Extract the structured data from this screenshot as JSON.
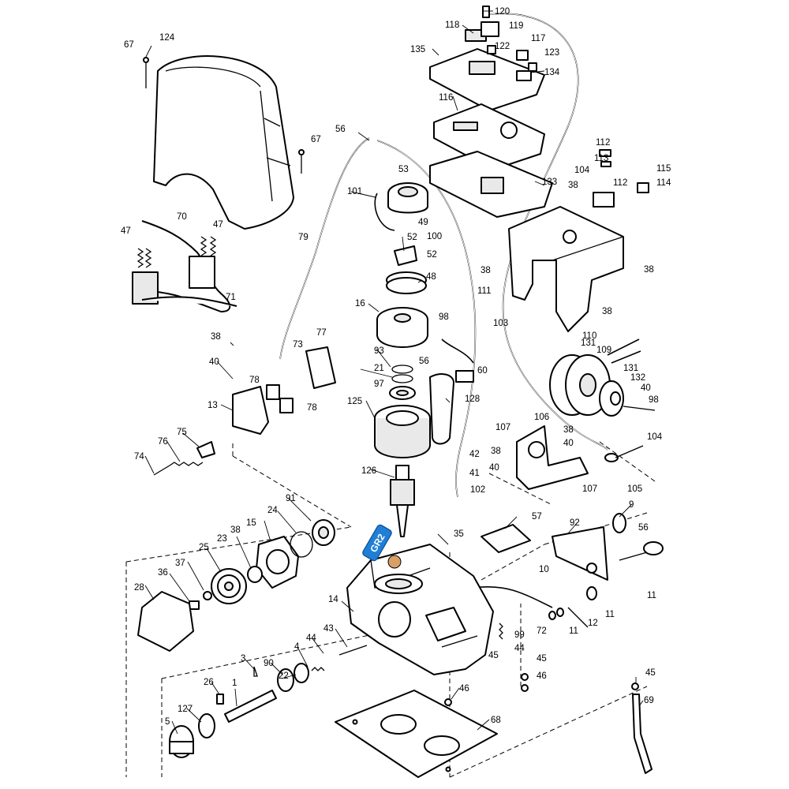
{
  "colors": {
    "line": "#000000",
    "paper": "#ffffff",
    "badge": "#1f7fd6",
    "badge_dot": "#d9a066"
  },
  "badge": {
    "text": "GR2"
  },
  "callouts": [
    {
      "id": "c120",
      "text": "120"
    },
    {
      "id": "c119",
      "text": "119"
    },
    {
      "id": "c118",
      "text": "118"
    },
    {
      "id": "c135",
      "text": "135"
    },
    {
      "id": "c122",
      "text": "122"
    },
    {
      "id": "c117",
      "text": "117"
    },
    {
      "id": "c123",
      "text": "123"
    },
    {
      "id": "c134",
      "text": "134"
    },
    {
      "id": "c116",
      "text": "116"
    },
    {
      "id": "c133",
      "text": "133"
    },
    {
      "id": "c112a",
      "text": "112"
    },
    {
      "id": "c113",
      "text": "113"
    },
    {
      "id": "c104a",
      "text": "104"
    },
    {
      "id": "c112b",
      "text": "112"
    },
    {
      "id": "c115",
      "text": "115"
    },
    {
      "id": "c114",
      "text": "114"
    },
    {
      "id": "c38a",
      "text": "38"
    },
    {
      "id": "c38b",
      "text": "38"
    },
    {
      "id": "c38c",
      "text": "38"
    },
    {
      "id": "c111",
      "text": "111"
    },
    {
      "id": "c38d",
      "text": "38"
    },
    {
      "id": "c67a",
      "text": "67"
    },
    {
      "id": "c124",
      "text": "124"
    },
    {
      "id": "c67b",
      "text": "67"
    },
    {
      "id": "c56a",
      "text": "56"
    },
    {
      "id": "c53",
      "text": "53"
    },
    {
      "id": "c101",
      "text": "101"
    },
    {
      "id": "c49",
      "text": "49"
    },
    {
      "id": "c100",
      "text": "100"
    },
    {
      "id": "c52a",
      "text": "52"
    },
    {
      "id": "c52b",
      "text": "52"
    },
    {
      "id": "c48",
      "text": "48"
    },
    {
      "id": "c16",
      "text": "16"
    },
    {
      "id": "c98a",
      "text": "98"
    },
    {
      "id": "c103",
      "text": "103"
    },
    {
      "id": "c79",
      "text": "79"
    },
    {
      "id": "c70",
      "text": "70"
    },
    {
      "id": "c47a",
      "text": "47"
    },
    {
      "id": "c47b",
      "text": "47"
    },
    {
      "id": "c71",
      "text": "71"
    },
    {
      "id": "c38e",
      "text": "38"
    },
    {
      "id": "c77",
      "text": "77"
    },
    {
      "id": "c73",
      "text": "73"
    },
    {
      "id": "c93",
      "text": "93"
    },
    {
      "id": "c21",
      "text": "21"
    },
    {
      "id": "c56b",
      "text": "56"
    },
    {
      "id": "c60",
      "text": "60"
    },
    {
      "id": "c40a",
      "text": "40"
    },
    {
      "id": "c97",
      "text": "97"
    },
    {
      "id": "c78a",
      "text": "78"
    },
    {
      "id": "c78b",
      "text": "78"
    },
    {
      "id": "c13",
      "text": "13"
    },
    {
      "id": "c125",
      "text": "125"
    },
    {
      "id": "c128",
      "text": "128"
    },
    {
      "id": "c110",
      "text": "110"
    },
    {
      "id": "c131a",
      "text": "131"
    },
    {
      "id": "c109",
      "text": "109"
    },
    {
      "id": "c131b",
      "text": "131"
    },
    {
      "id": "c132",
      "text": "132"
    },
    {
      "id": "c40b",
      "text": "40"
    },
    {
      "id": "c98b",
      "text": "98"
    },
    {
      "id": "c106",
      "text": "106"
    },
    {
      "id": "c107a",
      "text": "107"
    },
    {
      "id": "c38f",
      "text": "38"
    },
    {
      "id": "c40c",
      "text": "40"
    },
    {
      "id": "c104b",
      "text": "104"
    },
    {
      "id": "c38g",
      "text": "38"
    },
    {
      "id": "c40d",
      "text": "40"
    },
    {
      "id": "c107b",
      "text": "107"
    },
    {
      "id": "c105",
      "text": "105"
    },
    {
      "id": "c75",
      "text": "75"
    },
    {
      "id": "c76",
      "text": "76"
    },
    {
      "id": "c74",
      "text": "74"
    },
    {
      "id": "c42",
      "text": "42"
    },
    {
      "id": "c41",
      "text": "41"
    },
    {
      "id": "c102",
      "text": "102"
    },
    {
      "id": "c126",
      "text": "126"
    },
    {
      "id": "c91",
      "text": "91"
    },
    {
      "id": "c24",
      "text": "24"
    },
    {
      "id": "c38h",
      "text": "38"
    },
    {
      "id": "c15",
      "text": "15"
    },
    {
      "id": "c57",
      "text": "57"
    },
    {
      "id": "c92",
      "text": "92"
    },
    {
      "id": "c9",
      "text": "9"
    },
    {
      "id": "c56c",
      "text": "56"
    },
    {
      "id": "c35",
      "text": "35"
    },
    {
      "id": "c23",
      "text": "23"
    },
    {
      "id": "c25",
      "text": "25"
    },
    {
      "id": "c37",
      "text": "37"
    },
    {
      "id": "c36",
      "text": "36"
    },
    {
      "id": "c28",
      "text": "28"
    },
    {
      "id": "c10",
      "text": "10"
    },
    {
      "id": "c11a",
      "text": "11"
    },
    {
      "id": "c11b",
      "text": "11"
    },
    {
      "id": "c11c",
      "text": "11"
    },
    {
      "id": "c12",
      "text": "12"
    },
    {
      "id": "c72",
      "text": "72"
    },
    {
      "id": "c99",
      "text": "99"
    },
    {
      "id": "c44a",
      "text": "44"
    },
    {
      "id": "c14",
      "text": "14"
    },
    {
      "id": "c43",
      "text": "43"
    },
    {
      "id": "c44b",
      "text": "44"
    },
    {
      "id": "c4",
      "text": "4"
    },
    {
      "id": "c3",
      "text": "3"
    },
    {
      "id": "c90",
      "text": "90"
    },
    {
      "id": "c22",
      "text": "22"
    },
    {
      "id": "c45a",
      "text": "45"
    },
    {
      "id": "c45b",
      "text": "45"
    },
    {
      "id": "c46a",
      "text": "46"
    },
    {
      "id": "c46b",
      "text": "46"
    },
    {
      "id": "c45c",
      "text": "45"
    },
    {
      "id": "c69",
      "text": "69"
    },
    {
      "id": "c26",
      "text": "26"
    },
    {
      "id": "c1",
      "text": "1"
    },
    {
      "id": "c127",
      "text": "127"
    },
    {
      "id": "c5",
      "text": "5"
    },
    {
      "id": "c68",
      "text": "68"
    }
  ]
}
